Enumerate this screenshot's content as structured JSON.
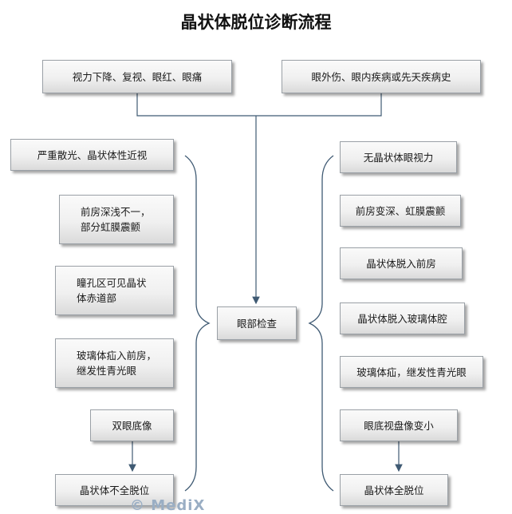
{
  "title": "晶状体脱位诊断流程",
  "top": {
    "symptoms": "视力下降、复视、眼红、眼痛",
    "history": "眼外伤、眼内疾病或先天疾病史"
  },
  "center": "眼部检查",
  "left_items": [
    "严重散光、晶状体性近视",
    "前房深浅不一，\n部分虹膜震颤",
    "瞳孔区可见晶状\n体赤道部",
    "玻璃体疝入前房，\n继发性青光眼",
    "双眼底像",
    "晶状体不全脱位"
  ],
  "right_items": [
    "无晶状体眼视力",
    "前房变深、虹膜震颤",
    "晶状体脱入前房",
    "晶状体脱入玻璃体腔",
    "玻璃体疝，继发性青光眼",
    "眼底视盘像变小",
    "晶状体全脱位"
  ],
  "watermark": "© MediX"
}
